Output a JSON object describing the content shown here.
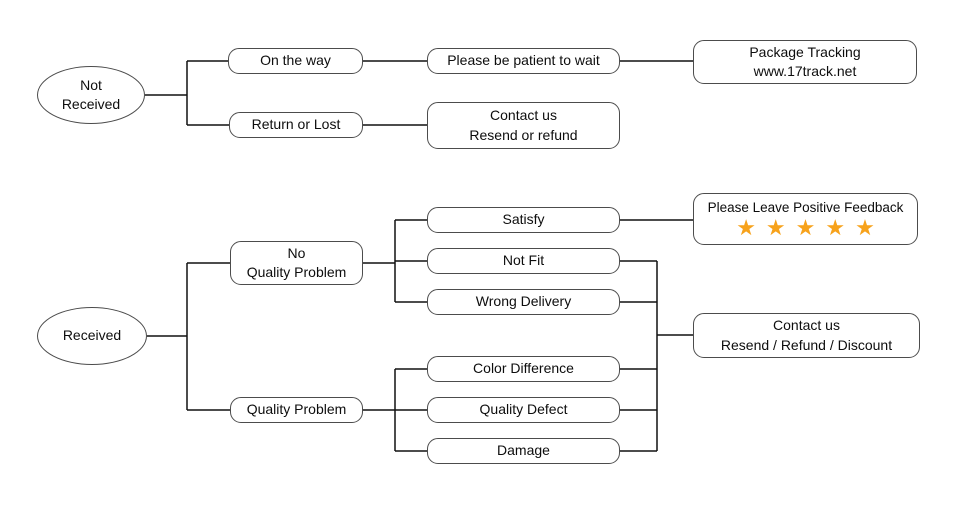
{
  "colors": {
    "star": "#F7A21B",
    "connector": "#111111",
    "box_border": "#4c4c4c",
    "background": "#ffffff"
  },
  "nodes": {
    "not_received": "Not\nReceived",
    "received": "Received",
    "on_the_way": "On the way",
    "return_or_lost": "Return or Lost",
    "please_be_patient": "Please be patient to wait",
    "package_tracking": "Package Tracking\nwww.17track.net",
    "contact_resend_refund": "Contact us\nResend or refund",
    "no_quality_problem": "No\nQuality Problem",
    "quality_problem": "Quality Problem",
    "satisfy": "Satisfy",
    "not_fit": "Not Fit",
    "wrong_delivery": "Wrong Delivery",
    "color_difference": "Color Difference",
    "quality_defect": "Quality Defect",
    "damage": "Damage",
    "feedback_title": "Please Leave Positive Feedback",
    "feedback_stars": "★★★★★",
    "feedback_stars_count": 5,
    "contact_resend_refund_discount": "Contact us\nResend / Refund / Discount"
  }
}
